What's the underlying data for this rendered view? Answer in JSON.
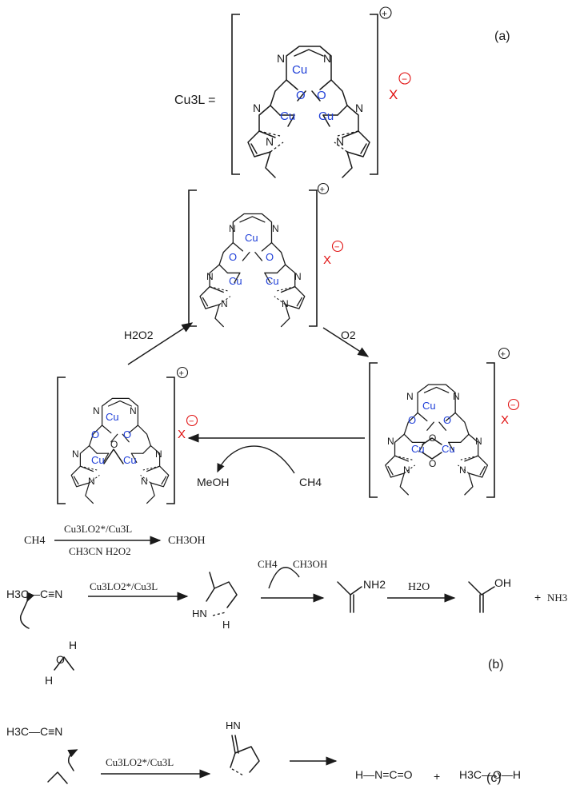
{
  "panel_labels": {
    "a": "(a)",
    "b": "(b)",
    "c": "(c)"
  },
  "complex": {
    "lhs": "Cu3L =",
    "metal": "Cu",
    "oxygen": "O",
    "nitrogen": "N",
    "counterion": "X",
    "charge_plus": "+",
    "charge_minus": "−"
  },
  "cycle": {
    "reagent_h2o2": "H2O2",
    "reagent_o2": "O2",
    "methanol": "MeOH",
    "methane": "CH4"
  },
  "equation": {
    "reactant": "CH4",
    "catalyst": "Cu3LO2*/Cu3L",
    "conditions": "CH3CN  H2O2",
    "product": "CH3OH"
  },
  "scheme_b": {
    "nitrile": "H3C—C≡N",
    "catalyst": "Cu3LO2*/Cu3L",
    "methane": "CH4",
    "methanol": "CH3OH",
    "amide_group": "NH2",
    "water": "H2O",
    "acid_group": "OH",
    "plus": "+",
    "ammonia": "NH3",
    "peroxide_O": "O",
    "peroxide_H": "H",
    "ring_NH": "HN",
    "ring_H": "H"
  },
  "scheme_c": {
    "nitrile": "H3C—C≡N",
    "catalyst": "Cu3LO2*/Cu3L",
    "imine": "HN",
    "isocyanic": "H—N=C=O",
    "plus": "+",
    "methanol": "H3C—O—H"
  },
  "colors": {
    "metal": "#1f3fd8",
    "counterion": "#e01010",
    "ink": "#1a1a1a"
  }
}
